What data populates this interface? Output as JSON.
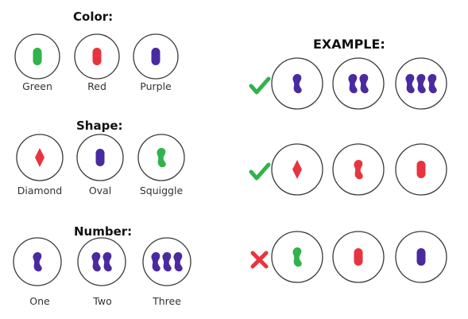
{
  "legend": {
    "color": {
      "title": "Color:",
      "items": [
        {
          "label": "Green",
          "shape": "oval",
          "color": "#2fb34a",
          "count": 1
        },
        {
          "label": "Red",
          "shape": "oval",
          "color": "#e8343e",
          "count": 1
        },
        {
          "label": "Purple",
          "shape": "oval",
          "color": "#4a2aa0",
          "count": 1
        }
      ]
    },
    "shape": {
      "title": "Shape:",
      "items": [
        {
          "label": "Diamond",
          "shape": "diamond",
          "color": "#e8343e",
          "count": 1
        },
        {
          "label": "Oval",
          "shape": "oval",
          "color": "#4a2aa0",
          "count": 1
        },
        {
          "label": "Squiggle",
          "shape": "squiggle",
          "color": "#2fb34a",
          "count": 1
        }
      ]
    },
    "number": {
      "title": "Number:",
      "items": [
        {
          "label": "One",
          "shape": "squiggle",
          "color": "#4a2aa0",
          "count": 1
        },
        {
          "label": "Two",
          "shape": "squiggle",
          "color": "#4a2aa0",
          "count": 2
        },
        {
          "label": "Three",
          "shape": "squiggle",
          "color": "#4a2aa0",
          "count": 3
        }
      ]
    }
  },
  "example": {
    "title": "EXAMPLE:",
    "rows": [
      {
        "valid": true,
        "mark": "check-icon",
        "cards": [
          {
            "shape": "squiggle",
            "color": "#4a2aa0",
            "count": 1
          },
          {
            "shape": "squiggle",
            "color": "#4a2aa0",
            "count": 2
          },
          {
            "shape": "squiggle",
            "color": "#4a2aa0",
            "count": 3
          }
        ]
      },
      {
        "valid": true,
        "mark": "check-icon",
        "cards": [
          {
            "shape": "diamond",
            "color": "#e8343e",
            "count": 1
          },
          {
            "shape": "squiggle",
            "color": "#e8343e",
            "count": 1
          },
          {
            "shape": "oval",
            "color": "#e8343e",
            "count": 1
          }
        ]
      },
      {
        "valid": false,
        "mark": "cross-icon",
        "cards": [
          {
            "shape": "squiggle",
            "color": "#2fb34a",
            "count": 1
          },
          {
            "shape": "oval",
            "color": "#e8343e",
            "count": 1
          },
          {
            "shape": "oval",
            "color": "#4a2aa0",
            "count": 1
          }
        ]
      }
    ]
  },
  "colors": {
    "check": "#2fb34a",
    "cross": "#e8343e",
    "circle_stroke": "#3a3a3a"
  }
}
